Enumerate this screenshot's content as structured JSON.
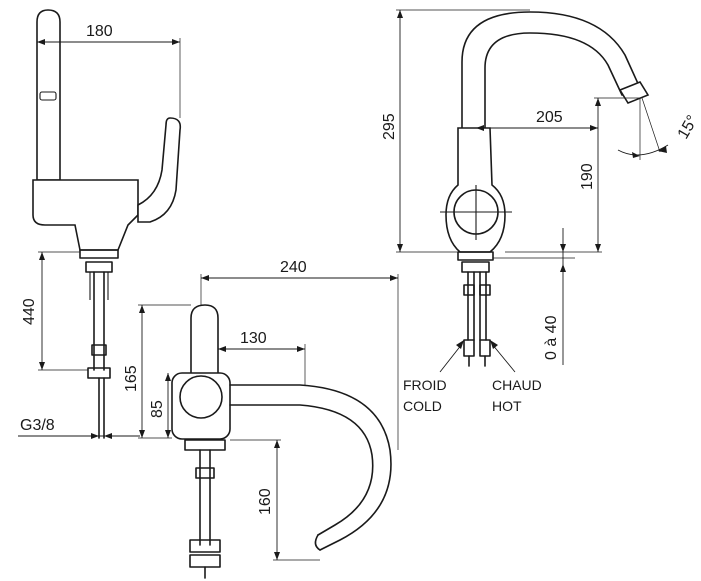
{
  "labels": {
    "dim_180": "180",
    "dim_440": "440",
    "thread": "G3/8",
    "dim_240": "240",
    "dim_130": "130",
    "dim_165": "165",
    "dim_85": "85",
    "dim_160": "160",
    "dim_295": "295",
    "dim_205": "205",
    "dim_190": "190",
    "angle_15": "15°",
    "range_0_a_40": "0 à 40",
    "froid": "FROID",
    "cold": "COLD",
    "chaud": "CHAUD",
    "hot": "HOT"
  },
  "colors": {
    "ink": "#1a1a1a",
    "paper": "#ffffff"
  }
}
